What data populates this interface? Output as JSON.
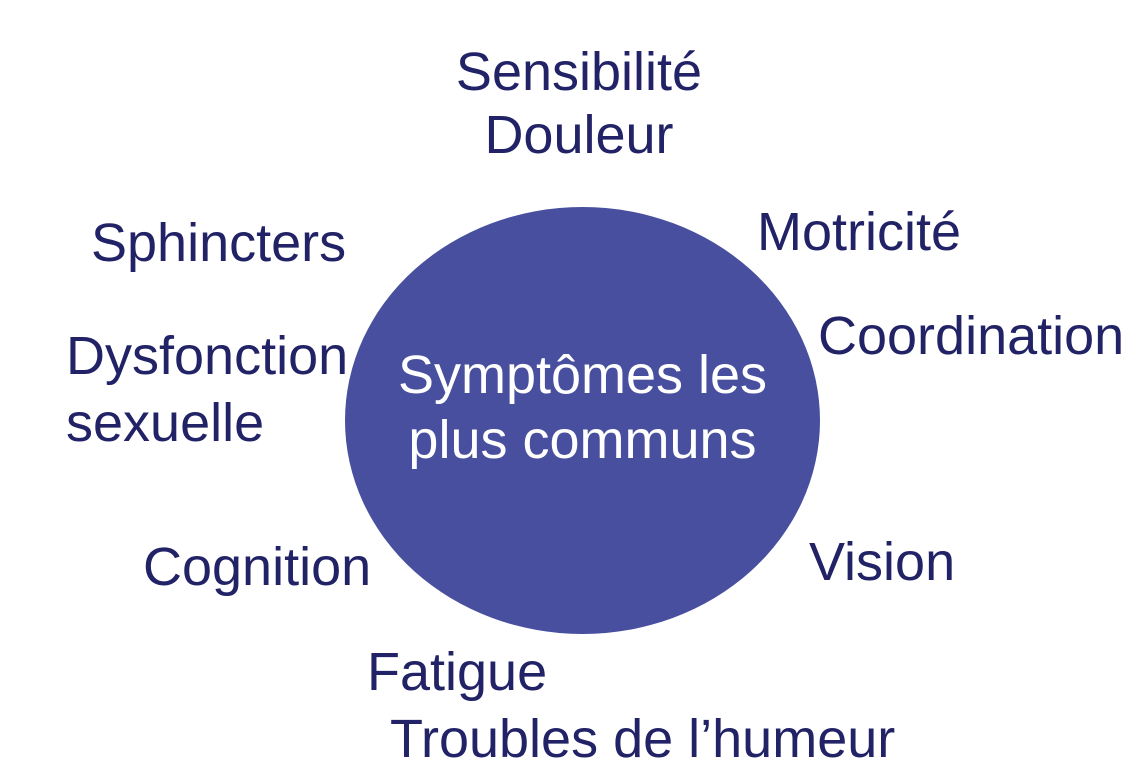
{
  "diagram": {
    "title": "Symptômes les plus communs",
    "center": {
      "lines": [
        "Symptômes les",
        "plus communs"
      ]
    },
    "labels": {
      "sensibilite": "Sensibilité",
      "douleur": "Douleur",
      "sphincters": "Sphincters",
      "motricite": "Motricité",
      "dysfonction": "Dysfonction",
      "sexuelle": "sexuelle",
      "coordination": "Coordination",
      "cognition": "Cognition",
      "vision": "Vision",
      "fatigue": "Fatigue",
      "troubles": "Troubles de l’humeur"
    },
    "colors": {
      "background": "#ffffff",
      "circle_fill": "#474F9E",
      "label_text": "#222266",
      "center_text": "#ffffff"
    }
  }
}
